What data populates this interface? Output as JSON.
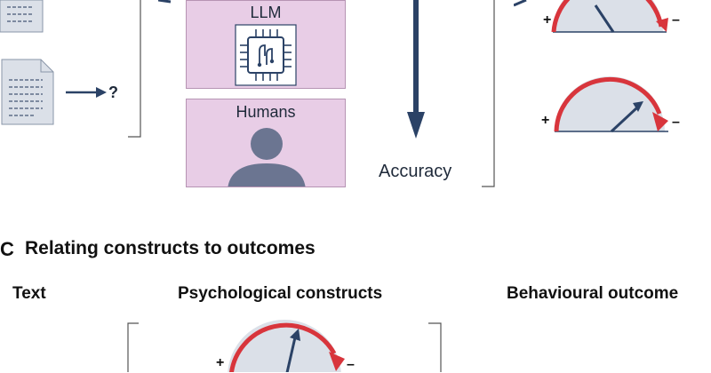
{
  "panels": {
    "llm_label": "LLM",
    "humans_label": "Humans"
  },
  "accuracy_label": "Accuracy",
  "question_mark": "?",
  "gauge_signs": {
    "plus": "+",
    "minus": "–"
  },
  "section_c": {
    "letter": "C",
    "title": "Relating constructs to outcomes"
  },
  "columns": {
    "text": "Text",
    "psychological": "Psychological constructs",
    "behavioural": "Behavioural outcome"
  },
  "colors": {
    "panel_fill": "#e8cde6",
    "gauge_red": "#d8353c",
    "gauge_fill": "#dbe0e8",
    "navy": "#2b4266"
  }
}
